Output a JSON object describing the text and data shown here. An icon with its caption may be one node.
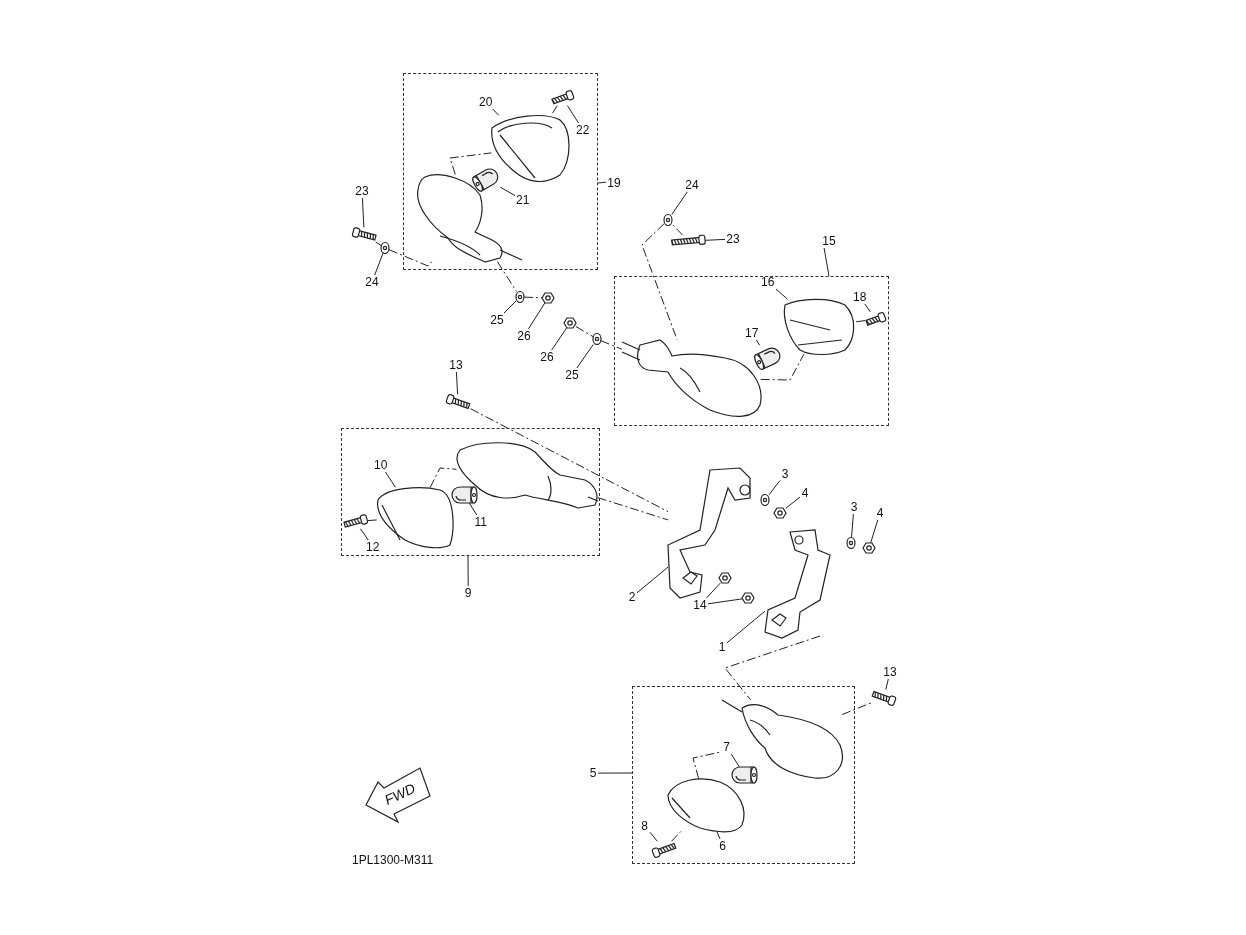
{
  "diagram": {
    "nodes": [
      {
        "text": [],
        "shape": "box"
      },
      {
        "text": [
          "20"
        ],
        "in": 0
      },
      {
        "text": [
          "22"
        ],
        "in": 0
      },
      {
        "text": [
          "19"
        ]
      },
      {
        "text": [
          "21"
        ],
        "in": 0
      },
      {
        "text": [
          "23"
        ]
      },
      {
        "text": [
          "24"
        ]
      },
      {
        "text": [
          "24"
        ]
      },
      {
        "text": [
          "23"
        ]
      },
      {
        "text": [],
        "shape": "box"
      },
      {
        "text": [
          "15"
        ]
      },
      {
        "text": [
          "16"
        ],
        "in": 9
      },
      {
        "text": [
          "18"
        ],
        "in": 9
      },
      {
        "text": [
          "25"
        ]
      },
      {
        "text": [
          "17"
        ],
        "in": 9
      },
      {
        "text": [
          "26"
        ]
      },
      {
        "text": [
          "26"
        ]
      },
      {
        "text": [
          "13"
        ]
      },
      {
        "text": [
          "25"
        ]
      },
      {
        "text": [],
        "shape": "box"
      },
      {
        "text": [
          "10"
        ],
        "in": 19
      },
      {
        "text": [
          "3"
        ]
      },
      {
        "text": [
          "4"
        ]
      },
      {
        "text": [
          "3"
        ]
      },
      {
        "text": [
          "4"
        ]
      },
      {
        "text": [
          "11"
        ],
        "in": 19
      },
      {
        "text": [
          "12"
        ],
        "in": 19
      },
      {
        "text": [
          "9"
        ]
      },
      {
        "text": [
          "2"
        ]
      },
      {
        "text": [
          "14"
        ]
      },
      {
        "text": [
          "1"
        ]
      },
      {
        "text": [
          "13"
        ]
      },
      {
        "text": [],
        "shape": "box"
      },
      {
        "text": [
          "7"
        ],
        "in": 32
      },
      {
        "text": [
          "5"
        ]
      },
      {
        "text": [
          "8"
        ],
        "in": 32
      },
      {
        "text": [
          "6"
        ],
        "in": 32
      },
      {
        "text": [],
        "shape": "picture",
        "in": 0
      },
      {
        "text": [],
        "shape": "picture",
        "in": 0
      },
      {
        "text": [],
        "shape": "picture",
        "in": 0
      },
      {
        "text": [],
        "shape": "picture",
        "in": 0
      },
      {
        "text": [],
        "shape": "picture"
      },
      {
        "text": [],
        "shape": "picture"
      },
      {
        "text": [],
        "shape": "picture"
      },
      {
        "text": [],
        "shape": "picture"
      },
      {
        "text": [],
        "shape": "picture",
        "in": 9
      },
      {
        "text": [],
        "shape": "picture",
        "in": 9
      },
      {
        "text": [],
        "shape": "picture",
        "in": 9
      },
      {
        "text": [],
        "shape": "picture",
        "in": 9
      },
      {
        "text": [],
        "shape": "picture"
      },
      {
        "text": [],
        "shape": "picture"
      },
      {
        "text": [],
        "shape": "picture"
      },
      {
        "text": [],
        "shape": "picture"
      },
      {
        "text": [],
        "shape": "picture"
      },
      {
        "text": [],
        "shape": "picture",
        "in": 19
      },
      {
        "text": [],
        "shape": "picture",
        "in": 19
      },
      {
        "text": [],
        "shape": "picture",
        "in": 19
      },
      {
        "text": [],
        "shape": "picture",
        "in": 19
      },
      {
        "text": [],
        "shape": "picture"
      },
      {
        "text": [],
        "shape": "picture"
      },
      {
        "text": [],
        "shape": "picture"
      },
      {
        "text": [],
        "shape": "picture"
      },
      {
        "text": [],
        "shape": "picture"
      },
      {
        "text": [],
        "shape": "picture"
      },
      {
        "text": [],
        "shape": "picture"
      },
      {
        "text": [],
        "shape": "picture"
      },
      {
        "text": [],
        "shape": "picture",
        "in": 32
      },
      {
        "text": [],
        "shape": "picture",
        "in": 32
      },
      {
        "text": [],
        "shape": "picture",
        "in": 32
      },
      {
        "text": [],
        "shape": "picture",
        "in": 32
      },
      {
        "text": [],
        "shape": "picture"
      }
    ],
    "edges": [
      {
        "from": 1,
        "to": 38,
        "arrow": "none"
      },
      {
        "from": 2,
        "to": 40,
        "arrow": "none"
      },
      {
        "from": 3,
        "to": 0,
        "arrow": "none"
      },
      {
        "from": 4,
        "to": 39,
        "arrow": "none"
      },
      {
        "from": 5,
        "to": 41,
        "arrow": "none"
      },
      {
        "from": 6,
        "to": 42,
        "arrow": "none"
      },
      {
        "from": 7,
        "to": 50,
        "arrow": "none"
      },
      {
        "from": 8,
        "to": 49,
        "arrow": "none"
      },
      {
        "from": 10,
        "to": 9,
        "arrow": "none"
      },
      {
        "from": 11,
        "to": 46,
        "arrow": "none"
      },
      {
        "from": 12,
        "to": 48,
        "arrow": "none"
      },
      {
        "from": 13,
        "to": 43,
        "arrow": "none"
      },
      {
        "from": 14,
        "to": 47,
        "arrow": "none"
      },
      {
        "from": 15,
        "to": 44,
        "arrow": "none"
      },
      {
        "from": 16,
        "to": 51,
        "arrow": "none"
      },
      {
        "from": 17,
        "to": 53,
        "arrow": "none"
      },
      {
        "from": 18,
        "to": 52,
        "arrow": "none"
      },
      {
        "from": 20,
        "to": 55,
        "arrow": "none"
      },
      {
        "from": 21,
        "to": 60,
        "arrow": "none"
      },
      {
        "from": 22,
        "to": 61,
        "arrow": "none"
      },
      {
        "from": 23,
        "to": 62,
        "arrow": "none"
      },
      {
        "from": 24,
        "to": 63,
        "arrow": "none"
      },
      {
        "from": 25,
        "to": 56,
        "arrow": "none"
      },
      {
        "from": 26,
        "to": 57,
        "arrow": "none"
      },
      {
        "from": 27,
        "to": 19,
        "arrow": "none"
      },
      {
        "from": 28,
        "to": 58,
        "arrow": "none"
      },
      {
        "from": 29,
        "to": 64,
        "arrow": "none"
      },
      {
        "from": 29,
        "to": 65,
        "arrow": "none"
      },
      {
        "from": 30,
        "to": 59,
        "arrow": "none"
      },
      {
        "from": 31,
        "to": 70,
        "arrow": "none"
      },
      {
        "from": 33,
        "to": 68,
        "arrow": "none"
      },
      {
        "from": 34,
        "to": 32,
        "arrow": "none"
      },
      {
        "from": 35,
        "to": 69,
        "arrow": "none"
      },
      {
        "from": 36,
        "to": 67,
        "arrow": "none"
      },
      {
        "from": 37,
        "to": 38,
        "arrow": "none",
        "style": "dashed"
      },
      {
        "from": 40,
        "to": 38,
        "arrow": "none",
        "style": "dashed"
      },
      {
        "from": 41,
        "to": 42,
        "arrow": "none",
        "style": "dashed"
      },
      {
        "from": 42,
        "to": 37,
        "arrow": "none",
        "style": "dashed"
      },
      {
        "from": 37,
        "to": 43,
        "arrow": "none",
        "style": "dashed"
      },
      {
        "from": 43,
        "to": 44,
        "arrow": "none",
        "style": "dashed"
      },
      {
        "from": 50,
        "to": 45,
        "arrow": "none",
        "style": "dashed"
      },
      {
        "from": 49,
        "to": 50,
        "arrow": "none",
        "style": "dashed"
      },
      {
        "from": 51,
        "to": 52,
        "arrow": "none",
        "style": "dashed"
      },
      {
        "from": 52,
        "to": 45,
        "arrow": "none",
        "style": "dashed"
      },
      {
        "from": 45,
        "to": 46,
        "arrow": "none",
        "style": "dashed"
      },
      {
        "from": 48,
        "to": 46,
        "arrow": "none",
        "style": "dashed"
      },
      {
        "from": 53,
        "to": 58,
        "arrow": "none",
        "style": "dashed"
      },
      {
        "from": 55,
        "to": 54,
        "arrow": "none",
        "style": "dashed"
      },
      {
        "from": 54,
        "to": 58,
        "arrow": "none",
        "style": "dashed"
      },
      {
        "from": 57,
        "to": 55,
        "arrow": "none",
        "style": "dashed"
      },
      {
        "from": 59,
        "to": 66,
        "arrow": "none",
        "style": "dashed"
      },
      {
        "from": 66,
        "to": 70,
        "arrow": "none",
        "style": "dashed"
      },
      {
        "from": 67,
        "to": 66,
        "arrow": "none",
        "style": "dashed"
      },
      {
        "from": 69,
        "to": 67,
        "arrow": "none",
        "style": "dashed"
      }
    ],
    "labels": [
      "FWD",
      "1PL1300-M311"
    ]
  }
}
